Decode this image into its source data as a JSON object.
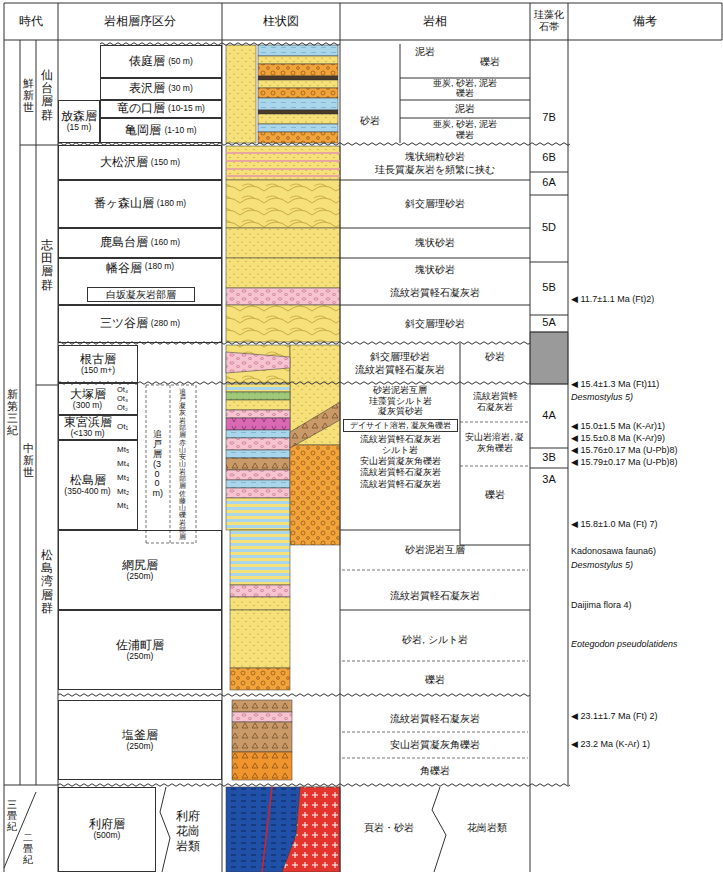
{
  "diagram": {
    "nodes": [
      {
        "text": [
          "俵庭層",
          "(50 m)"
        ]
      },
      {
        "text": [
          "表沢層",
          "(30 m)"
        ]
      },
      {
        "text": [
          "竜の口層",
          "(10-15 m)"
        ]
      },
      {
        "text": [
          "亀岡層",
          "(1-10 m)"
        ]
      },
      {
        "text": [
          "放森層",
          "(15 m)"
        ]
      },
      {
        "text": [
          "大松沢層",
          "(150 m)"
        ]
      },
      {
        "text": [
          "番ヶ森山層",
          "(180 m)"
        ]
      },
      {
        "text": [
          "鹿島台層",
          "(160 m)"
        ]
      },
      {
        "text": [
          "幡谷層",
          "(180 m)"
        ]
      },
      {
        "text": [
          "白坂凝灰岩部層"
        ],
        "in": 8
      },
      {
        "text": [
          "三ツ谷層",
          "(280 m)"
        ]
      },
      {
        "text": [
          "根古層",
          "(150 m+)"
        ]
      },
      {
        "text": [
          "大塚層",
          "(300 m)"
        ]
      },
      {
        "text": [
          "東宮浜層",
          "(<130 m)"
        ]
      },
      {
        "text": [
          "松島層",
          "(350-400 m)"
        ]
      },
      {
        "text": [
          "網尻層",
          "(250m)"
        ]
      },
      {
        "text": [
          "佐浦町層",
          "(250m)"
        ]
      },
      {
        "text": [
          "塩釜層",
          "(250m)"
        ]
      },
      {
        "text": [
          "利府層",
          "(500m)"
        ]
      },
      {
        "text": [
          "デイサイト溶岩, 凝灰角礫岩"
        ]
      }
    ],
    "labels": [
      "時代",
      "岩相層序区分",
      "柱状図",
      "岩相",
      "珪藻化石帯",
      "備考",
      "新第三紀",
      "鮮新世",
      "中新世",
      "仙台層群",
      "志田層群",
      "松島湾層群",
      "三畳紀",
      "二畳紀",
      "Ot₄",
      "Ot₃",
      "Ot₂",
      "Ot₁",
      "Mt₅",
      "Mt₄",
      "Mt₃",
      "Mt₂",
      "Mt₁",
      "追戸層 (300m)",
      "追戸凝灰岩部層",
      "赤山安山岩部層",
      "佐藤山礫岩部層",
      "利府花崗岩類",
      "砂岩",
      "泥岩",
      "礫岩",
      "亜炭, 砂岩, 泥岩",
      "礫岩",
      "泥岩",
      "亜炭, 砂岩, 泥岩",
      "礫岩",
      "塊状細粒砂岩",
      "珪長質凝灰岩を頻繁に挟む",
      "斜交層理砂岩",
      "塊状砂岩",
      "塊状砂岩",
      "流紋岩質軽石凝灰岩",
      "斜交層理砂岩",
      "斜交層理砂岩",
      "流紋岩質軽石凝灰岩",
      "砂岩",
      "流紋岩質軽石凝灰岩",
      "安山岩溶岩, 凝灰角礫岩",
      "礫岩",
      "砂岩泥岩互層",
      "珪藻質シルト岩",
      "凝灰質砂岩",
      "流紋岩質軽石凝灰岩",
      "シルト岩",
      "安山岩質凝灰角礫岩",
      "流紋岩質軽石凝灰岩",
      "流紋岩質軽石凝灰岩",
      "砂岩泥岩互層",
      "流紋岩質軽石凝灰岩",
      "砂岩, シルト岩",
      "礫岩",
      "流紋岩質軽石凝灰岩",
      "安山岩質凝灰角礫岩",
      "角礫岩",
      "頁岩・砂岩",
      "花崗岩類",
      "7B",
      "6B",
      "6A",
      "5D",
      "5B",
      "5A",
      "4A",
      "3B",
      "3A",
      "◀ 11.7±1.1 Ma (Ft)2)",
      "◀ 15.4±1.3 Ma (Ft)11)",
      "Desmostylus 5)",
      "◀ 15.0±1.5 Ma (K-Ar)1)",
      "◀ 15.5±0.8 Ma (K-Ar)9)",
      "◀ 15.76±0.17 Ma (U-Pb)8)",
      "◀ 15.79±0.17 Ma (U-Pb)8)",
      "◀ 15.8±1.0 Ma (Ft) 7)",
      "Kadonosawa fauna6)",
      "Desmostylus 5)",
      "Daijima flora 4)",
      "Eotegodon pseudolatidens",
      "◀ 23.1±1.7 Ma (Ft) 2)",
      "◀ 23.2 Ma (K-Ar) 1)"
    ]
  }
}
